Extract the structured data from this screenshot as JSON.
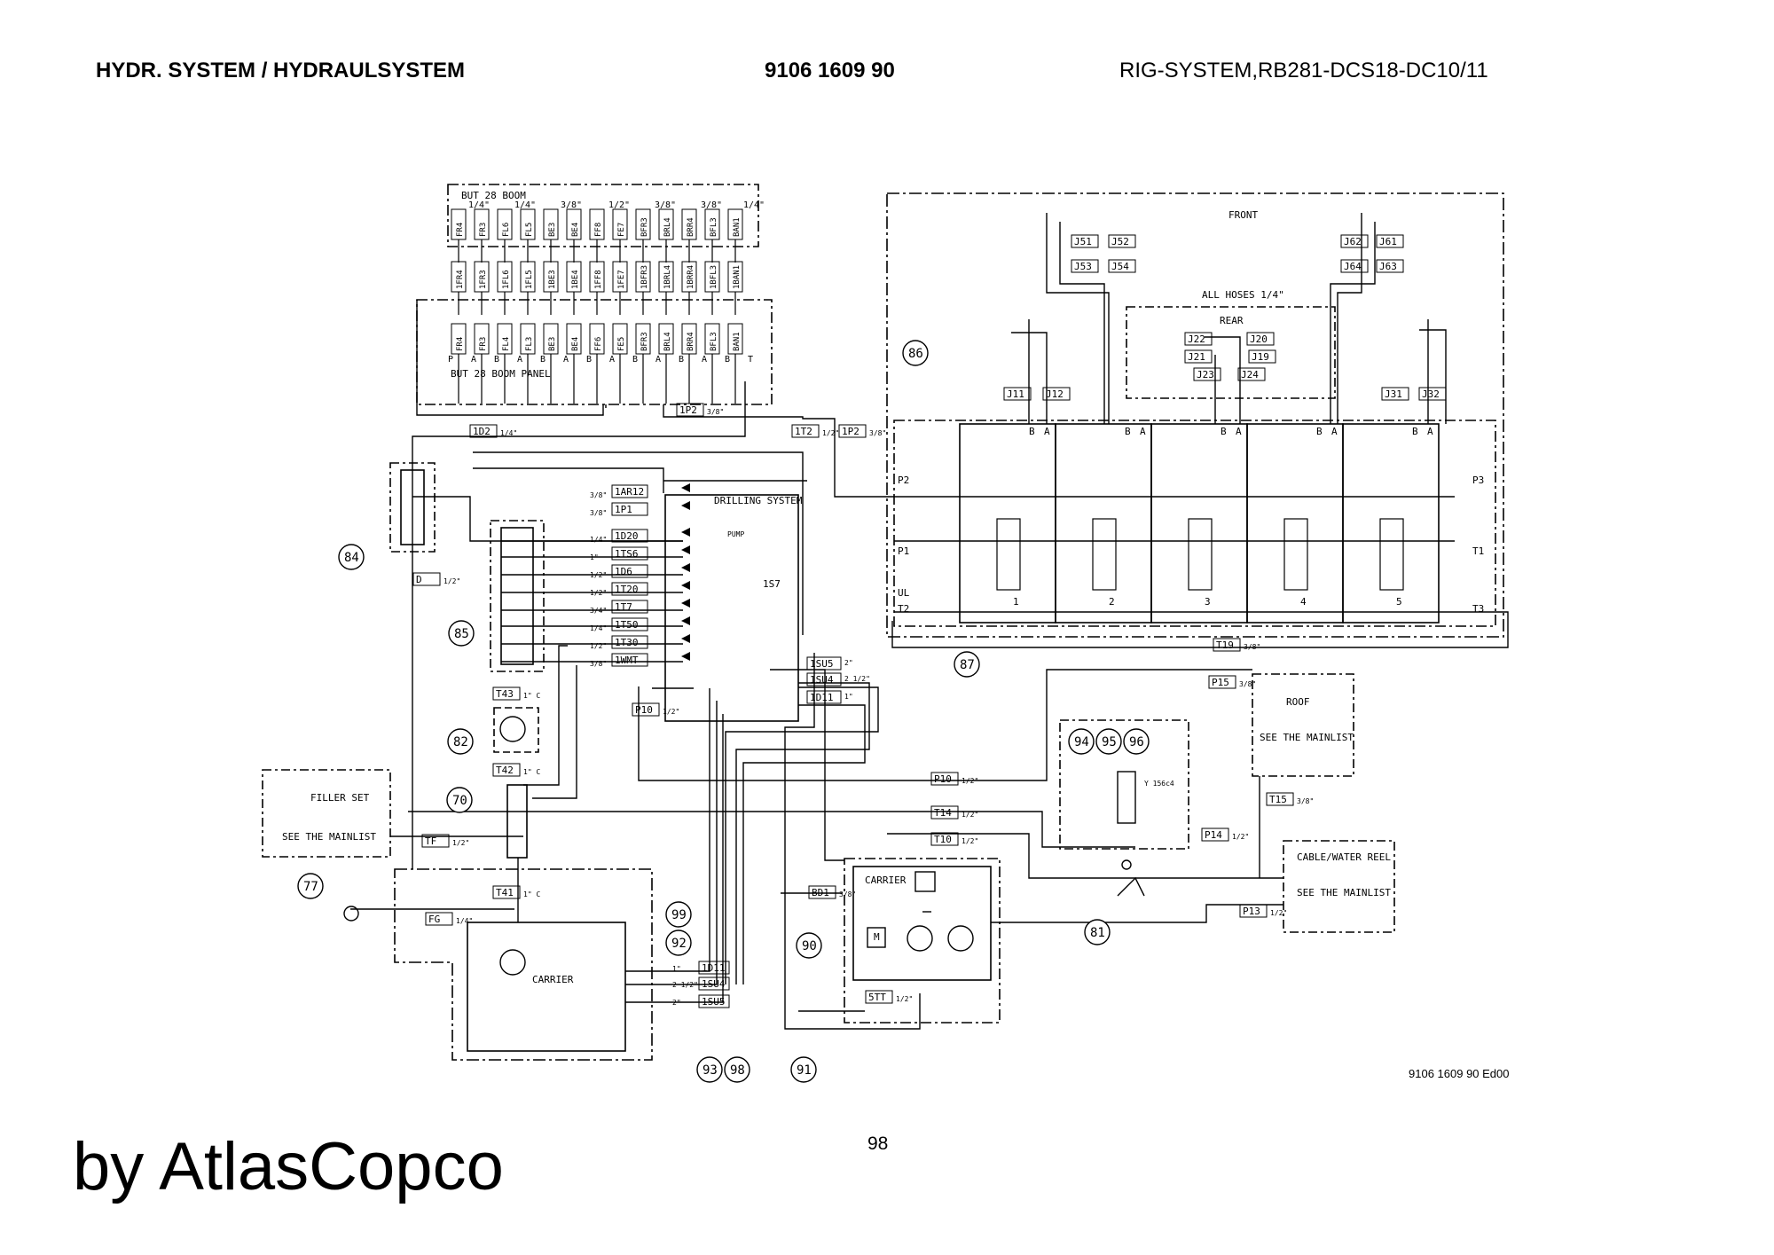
{
  "header": {
    "left": "HYDR. SYSTEM / HYDRAULSYSTEM",
    "center": "9106 1609 90",
    "right": "RIG-SYSTEM,RB281-DCS18-DC10/11"
  },
  "footer": {
    "page_number": "98",
    "drawing_code": "9106 1609 90 Ed00",
    "brand": "by AtlasCopco"
  },
  "diagram": {
    "boom_panel": {
      "title": "BUT 28 BOOM",
      "panel_label": "BUT 28 BOOM PANEL",
      "sizes": [
        "1/4\"",
        "1/4\"",
        "3/8\"",
        "1/2\"",
        "3/8\"",
        "3/8\"",
        "1/4\""
      ],
      "top_ports": [
        "FR4",
        "FR3",
        "FL6",
        "FL5",
        "BE3",
        "BE4",
        "FF8",
        "FE7",
        "BFR3",
        "BRL4",
        "BRR4",
        "BFL3",
        "BAN1"
      ],
      "mid_ports": [
        "1FR4",
        "1FR3",
        "1FL6",
        "1FL5",
        "1BE3",
        "1BE4",
        "1FF8",
        "1FE7",
        "1BFR3",
        "1BRL4",
        "1BRR4",
        "1BFL3",
        "1BAN1"
      ],
      "bottom_ports": [
        "FR4",
        "FR3",
        "FL4",
        "FL3",
        "BE3",
        "BE4",
        "FF6",
        "FE5",
        "BFR3",
        "BRL4",
        "BRR4",
        "BFL3",
        "BAN1"
      ],
      "ab_row": [
        "P",
        "A",
        "B",
        "A",
        "B",
        "A",
        "B",
        "A",
        "B",
        "A",
        "B",
        "A",
        "B",
        "T"
      ]
    },
    "drilling_system": {
      "label": "DRILLING SYSTEM",
      "pump_label": "PUMP",
      "inputs": [
        {
          "code": "1AR12",
          "size": "3/8\""
        },
        {
          "code": "1P1",
          "size": "3/8\""
        },
        {
          "code": "1D20",
          "size": "1/4\""
        },
        {
          "code": "1TS6",
          "size": "1\""
        },
        {
          "code": "1D6",
          "size": "1/2\""
        },
        {
          "code": "1T20",
          "size": "1/2\""
        },
        {
          "code": "1T7",
          "size": "3/4\""
        },
        {
          "code": "1T50",
          "size": "1/4\""
        },
        {
          "code": "1T30",
          "size": "1/2\""
        },
        {
          "code": "1WMT",
          "size": "3/8\""
        }
      ],
      "ts7": "1S7",
      "right_inputs": [
        {
          "code": "1SU5",
          "size": "2\""
        },
        {
          "code": "1SU4",
          "size": "2 1/2\""
        },
        {
          "code": "1D11",
          "size": "1\""
        }
      ]
    },
    "lines": {
      "p2": {
        "code": "1P2",
        "size": "3/8\""
      },
      "d2": {
        "code": "1D2",
        "size": "1/4\""
      },
      "t2": {
        "code": "1T2",
        "size": "1/2\""
      },
      "p2b": {
        "code": "1P2",
        "size": "3/8\""
      },
      "d": {
        "code": "D",
        "size": "1/2\""
      },
      "t43": {
        "code": "T43",
        "size": "1\" C"
      },
      "t42": {
        "code": "T42",
        "size": "1\" C"
      },
      "t41": {
        "code": "T41",
        "size": "1\" C"
      },
      "p10a": {
        "code": "P10",
        "size": "1/2\""
      },
      "p10b": {
        "code": "P10",
        "size": "1/2\""
      },
      "t14": {
        "code": "T14",
        "size": "1/2\""
      },
      "t10": {
        "code": "T10",
        "size": "1/2\""
      },
      "tf": {
        "code": "TF",
        "size": "1/2\""
      },
      "fg": {
        "code": "FG",
        "size": "1/4\""
      },
      "bd1": {
        "code": "BD1",
        "size": "3/8\""
      },
      "t19": {
        "code": "T19",
        "size": "3/8\""
      },
      "p15": {
        "code": "P15",
        "size": "3/8\""
      },
      "t15": {
        "code": "T15",
        "size": "3/8\""
      },
      "p14": {
        "code": "P14",
        "size": "1/2\""
      },
      "p13": {
        "code": "P13",
        "size": "1/2\""
      },
      "stt": {
        "code": "5TT",
        "size": "1/2\""
      },
      "carrier_lines": [
        {
          "code": "1D11",
          "size": "1\""
        },
        {
          "code": "1SU4",
          "size": "2 1/2\""
        },
        {
          "code": "1SU5",
          "size": "2\""
        }
      ]
    },
    "front": {
      "label": "FRONT",
      "rear_label": "REAR",
      "hoses_label": "ALL HOSES 1/4\"",
      "j_left_top": [
        "J51",
        "J52",
        "J53",
        "J54"
      ],
      "j_right_top": [
        "J62",
        "J61",
        "J64",
        "J63"
      ],
      "j_rear": [
        "J22",
        "J20",
        "J21",
        "J19",
        "J23",
        "J24"
      ],
      "j_sections": [
        "J11",
        "J12",
        "J31",
        "J32"
      ],
      "ports": [
        "P2",
        "P1",
        "UL",
        "T2",
        "P3",
        "T1",
        "T3"
      ],
      "ba": [
        "B",
        "A"
      ],
      "sections": [
        "1",
        "2",
        "3",
        "4",
        "5"
      ]
    },
    "blocks": {
      "filler_title": "FILLER SET",
      "filler_note": "SEE THE MAINLIST",
      "carrier_left": "CARRIER",
      "carrier_right": "CARRIER",
      "roof_title": "ROOF",
      "roof_note": "SEE THE MAINLIST",
      "reel_title": "CABLE/WATER REEL",
      "reel_note": "SEE THE MAINLIST",
      "valve_code": "Y 156c4",
      "motor": "M"
    },
    "callouts": [
      "84",
      "85",
      "82",
      "70",
      "77",
      "86",
      "87",
      "81",
      "94",
      "95",
      "96",
      "99",
      "92",
      "90",
      "93",
      "98",
      "91"
    ]
  }
}
